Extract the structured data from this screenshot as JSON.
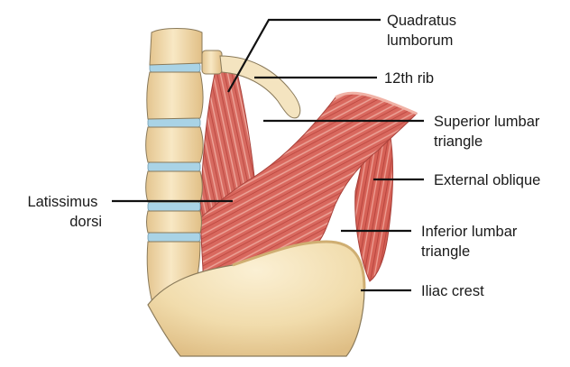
{
  "labels": {
    "quadratus_lumborum": [
      "Quadratus",
      "lumborum"
    ],
    "twelfth_rib": [
      "12th rib"
    ],
    "superior_lumbar_triangle": [
      "Superior lumbar",
      "triangle"
    ],
    "external_oblique": [
      "External oblique"
    ],
    "latissimus_dorsi": [
      "Latissimus",
      "dorsi"
    ],
    "inferior_lumbar_triangle": [
      "Inferior lumbar",
      "triangle"
    ],
    "iliac_crest": [
      "Iliac crest"
    ]
  },
  "colors": {
    "muscle": "#d9685e",
    "muscle_dark": "#b8463f",
    "muscle_light": "#eea095",
    "bone": "#f2dcae",
    "bone_shade": "#d8b57b",
    "bone_outline": "#8a7a5a",
    "disc": "#a9d3e6",
    "leader": "#111111"
  }
}
